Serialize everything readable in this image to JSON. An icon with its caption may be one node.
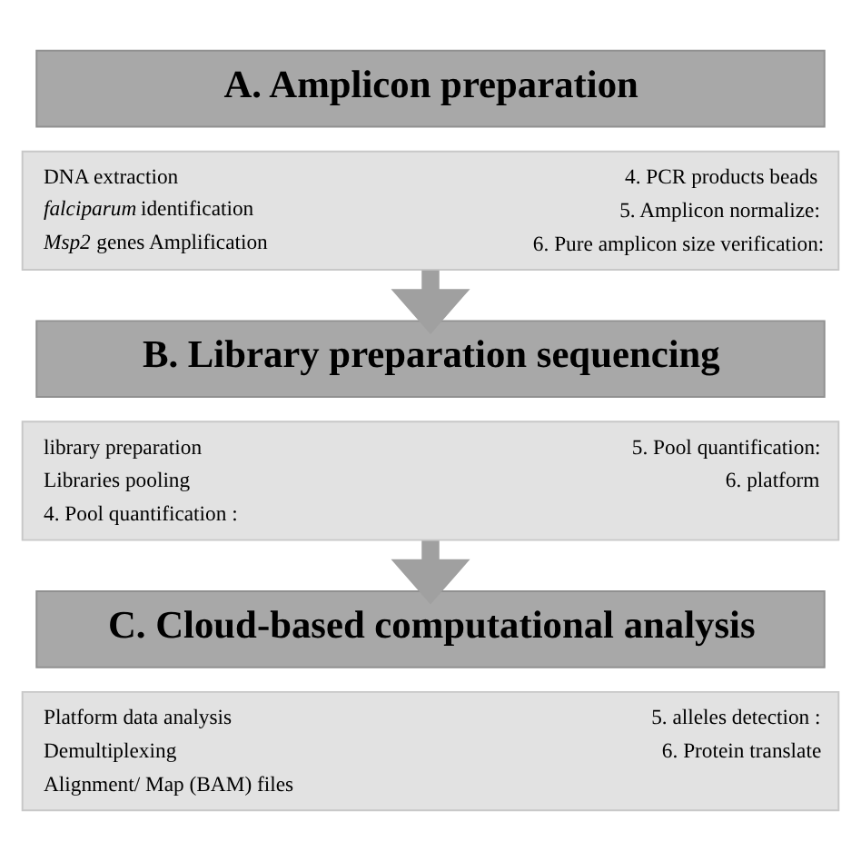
{
  "diagram": {
    "nodes": [
      {
        "text": [
          "A. Amplicon preparation"
        ]
      },
      {
        "text": [
          "DNA extraction",
          "*falciparum* identification",
          "*Msp2* genes Amplification",
          "4. PCR products beads",
          "5. Amplicon normalize:",
          "6. Pure amplicon size verification:"
        ]
      },
      {
        "text": [
          "B. Library preparation sequencing"
        ]
      },
      {
        "text": [
          "library preparation",
          "Libraries pooling",
          "4. Pool quantification :",
          "5. Pool quantification:",
          "6. platform"
        ]
      },
      {
        "text": [
          "C. Cloud-based computational analysis"
        ]
      },
      {
        "text": [
          "Platform data analysis",
          "Demultiplexing",
          "Alignment/ Map (BAM) files",
          "5. alleles detection :",
          "6. Protein translate"
        ]
      }
    ],
    "edges": [
      {
        "from": 1,
        "to": 2,
        "arrow": "to"
      },
      {
        "from": 3,
        "to": 4,
        "arrow": "to"
      }
    ]
  }
}
